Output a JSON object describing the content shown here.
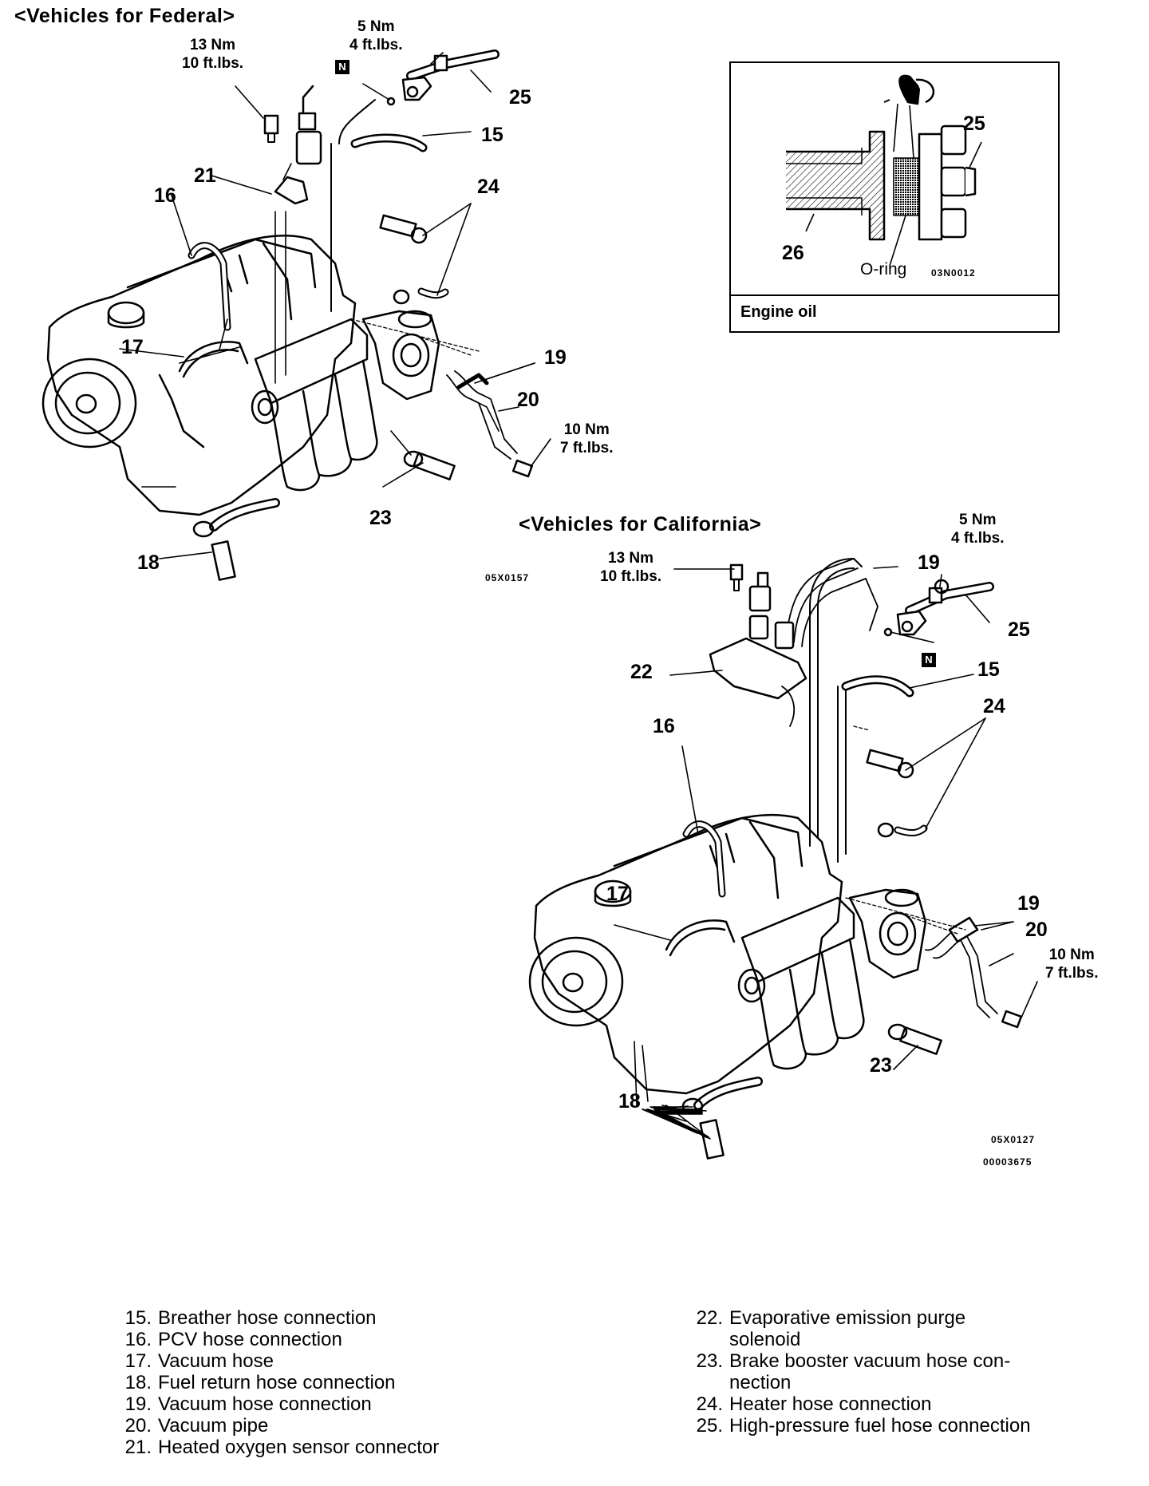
{
  "federal": {
    "title": "<Vehicles for Federal>",
    "torque_13": [
      "13 Nm",
      "10 ft.lbs."
    ],
    "torque_5": [
      "5 Nm",
      "4 ft.lbs."
    ],
    "torque_10": [
      "10 Nm",
      "7 ft.lbs."
    ],
    "n_mark": "N",
    "callouts": {
      "c15": "15",
      "c16": "16",
      "c17": "17",
      "c18": "18",
      "c19": "19",
      "c20": "20",
      "c21": "21",
      "c23": "23",
      "c24": "24",
      "c25": "25"
    },
    "figure_code": "05X0157"
  },
  "inset": {
    "callouts": {
      "c25": "25",
      "c26": "26"
    },
    "oring_label": "O-ring",
    "figure_code": "03N0012",
    "caption": "Engine oil"
  },
  "california": {
    "title": "<Vehicles for California>",
    "torque_13": [
      "13 Nm",
      "10 ft.lbs."
    ],
    "torque_5": [
      "5 Nm",
      "4 ft.lbs."
    ],
    "torque_10": [
      "10 Nm",
      "7 ft.lbs."
    ],
    "n_mark": "N",
    "callouts": {
      "c15": "15",
      "c16": "16",
      "c17": "17",
      "c18": "18",
      "c19a": "19",
      "c19b": "19",
      "c20": "20",
      "c22": "22",
      "c23": "23",
      "c24": "24",
      "c25": "25"
    },
    "figure_codes": [
      "05X0127",
      "00003675"
    ]
  },
  "legend": {
    "left": [
      {
        "num": "15.",
        "text": "Breather hose connection"
      },
      {
        "num": "16.",
        "text": "PCV hose connection"
      },
      {
        "num": "17.",
        "text": "Vacuum hose"
      },
      {
        "num": "18.",
        "text": "Fuel return hose connection"
      },
      {
        "num": "19.",
        "text": "Vacuum hose connection"
      },
      {
        "num": "20.",
        "text": "Vacuum pipe"
      },
      {
        "num": "21.",
        "text": "Heated oxygen sensor connector"
      }
    ],
    "right": [
      {
        "num": "22.",
        "text": "Evaporative emission purge"
      },
      {
        "num": "",
        "text": "solenoid"
      },
      {
        "num": "23.",
        "text": "Brake booster vacuum hose con-"
      },
      {
        "num": "",
        "text": "nection"
      },
      {
        "num": "24.",
        "text": "Heater hose connection"
      },
      {
        "num": "25.",
        "text": "High-pressure fuel hose connection"
      }
    ]
  }
}
